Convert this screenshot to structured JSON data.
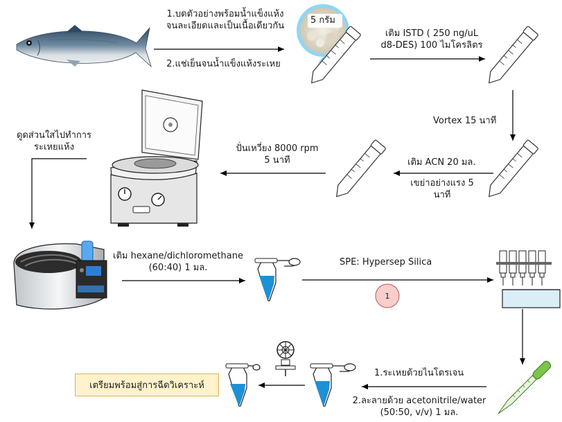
{
  "steps": {
    "grind": "1.บดตัวอย่างพร้อมน้ำแข็งแห้ง",
    "grind_2": "จนละเอียดและเป็นเนื้อเดียวกัน",
    "sublime": "2.แช่เย็นจนน้ำแข็งแห้งระเหย",
    "sample_weight": "5 กรัม",
    "istd_1": "เติม ISTD ( 250 ng/uL",
    "istd_2": "d8-DES) 100 ไมโครลิตร",
    "vortex": "Vortex 15 นาที",
    "acn_1": "เติม ACN 20 มล.",
    "acn_2": "เขย่าอย่างแรง 5",
    "acn_3": "นาที",
    "centrifuge_1": "ปั่นเหวี่ยง 8000 rpm",
    "centrifuge_2": "5 นาที",
    "transfer_1": "ดูดส่วนใสไปทำการ",
    "transfer_2": "ระเหยแห้ง",
    "recon_1": "เติม hexane/dichloromethane",
    "recon_2": "(60:40) 1 มล.",
    "spe": "SPE: Hypersep Silica",
    "spe_badge": "1",
    "dry_n2": "1.ระเหยด้วยไนโตรเจน",
    "redissolve_1": "2.ละลายด้วย acetonitrile/water",
    "redissolve_2": "(50:50, v/v) 1 มล.",
    "final": "เตรียมพร้อมสู่การฉีดวิเคราะห์"
  },
  "colors": {
    "tube_fill": "#ffffff",
    "liquid": "#1e90d6",
    "final_box_fill": "#fff2cc",
    "final_box_border": "#d6b656",
    "badge_fill": "#f8cecc",
    "badge_border": "#b85450",
    "pipette_green": "#7cc44a",
    "trough_water": "#d9eef7"
  }
}
